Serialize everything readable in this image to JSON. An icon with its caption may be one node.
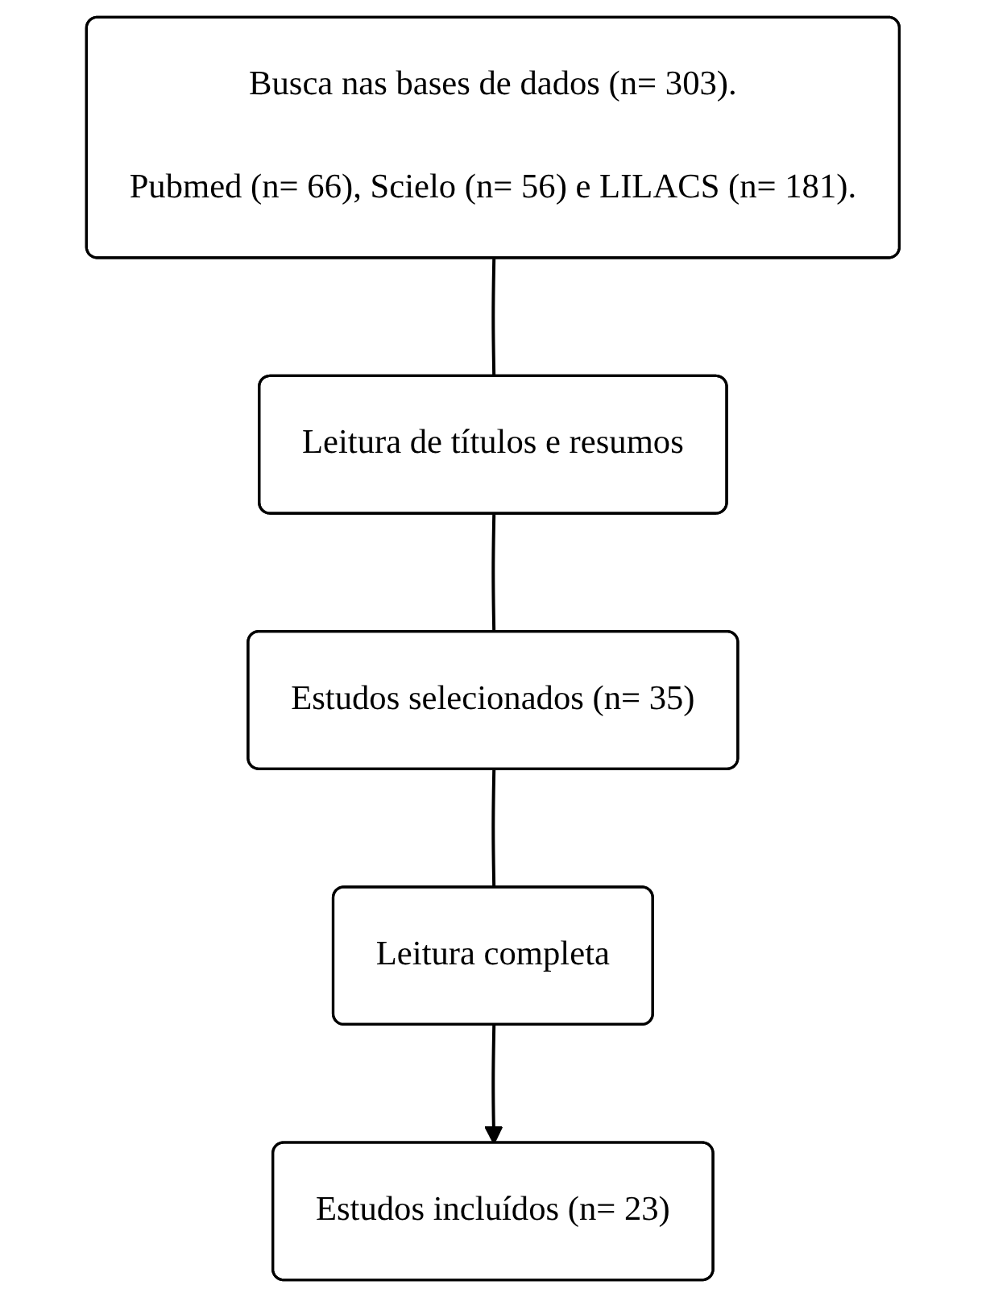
{
  "diagram": {
    "nodes": [
      {
        "text": [
          "Busca nas bases de dados (n= 303).",
          "Pubmed (n= 66), Scielo (n= 56) e LILACS (n= 181)."
        ]
      },
      {
        "text": [
          "Leitura de títulos e resumos"
        ]
      },
      {
        "text": [
          "Estudos selecionados (n= 35)"
        ]
      },
      {
        "text": [
          "Leitura completa"
        ]
      },
      {
        "text": [
          "Estudos incluídos (n= 23)"
        ]
      }
    ],
    "edges": [
      {
        "from": 0,
        "to": 1,
        "arrow": "none"
      },
      {
        "from": 1,
        "to": 2,
        "arrow": "none"
      },
      {
        "from": 2,
        "to": 3,
        "arrow": "none"
      },
      {
        "from": 3,
        "to": 4,
        "arrow": "to"
      }
    ]
  }
}
